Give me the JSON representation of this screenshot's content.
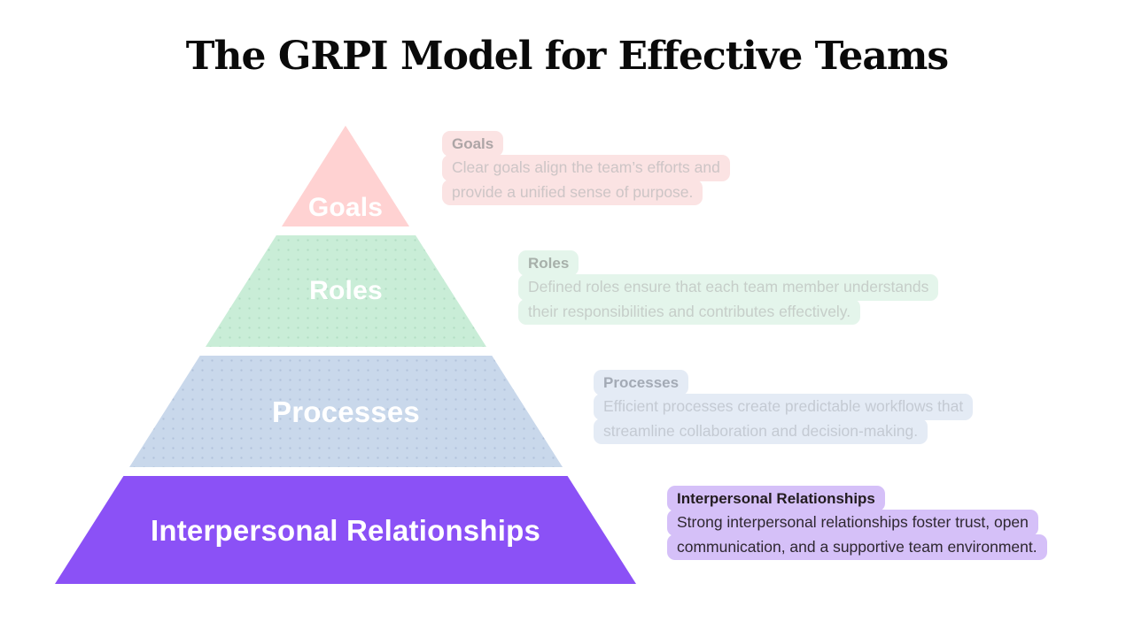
{
  "title": "The GRPI Model for Effective Teams",
  "pyramid": {
    "levels": [
      {
        "label": "Goals",
        "fill": "#ffd2d2"
      },
      {
        "label": "Roles",
        "fill": "#c9edd7"
      },
      {
        "label": "Processes",
        "fill": "#c9d8eb"
      },
      {
        "label": "Interpersonal Relationships",
        "fill": "#8b51f6"
      }
    ],
    "label_color": "#ffffff"
  },
  "callouts": [
    {
      "title": "Goals",
      "lines": [
        "Clear goals align the team’s efforts and",
        "provide a unified sense of purpose."
      ],
      "bg": "#fbe3e3"
    },
    {
      "title": "Roles",
      "lines": [
        "Defined roles ensure that each team member understands",
        "their responsibilities and contributes effectively."
      ],
      "bg": "#e4f5eb"
    },
    {
      "title": "Processes",
      "lines": [
        "Efficient processes create predictable workflows that",
        "streamline collaboration and decision-making."
      ],
      "bg": "#e4ebf5"
    },
    {
      "title": "Interpersonal Relationships",
      "lines": [
        "Strong interpersonal relationships foster trust, open",
        "communication, and a supportive team environment."
      ],
      "bg": "#d5c0f8"
    }
  ]
}
